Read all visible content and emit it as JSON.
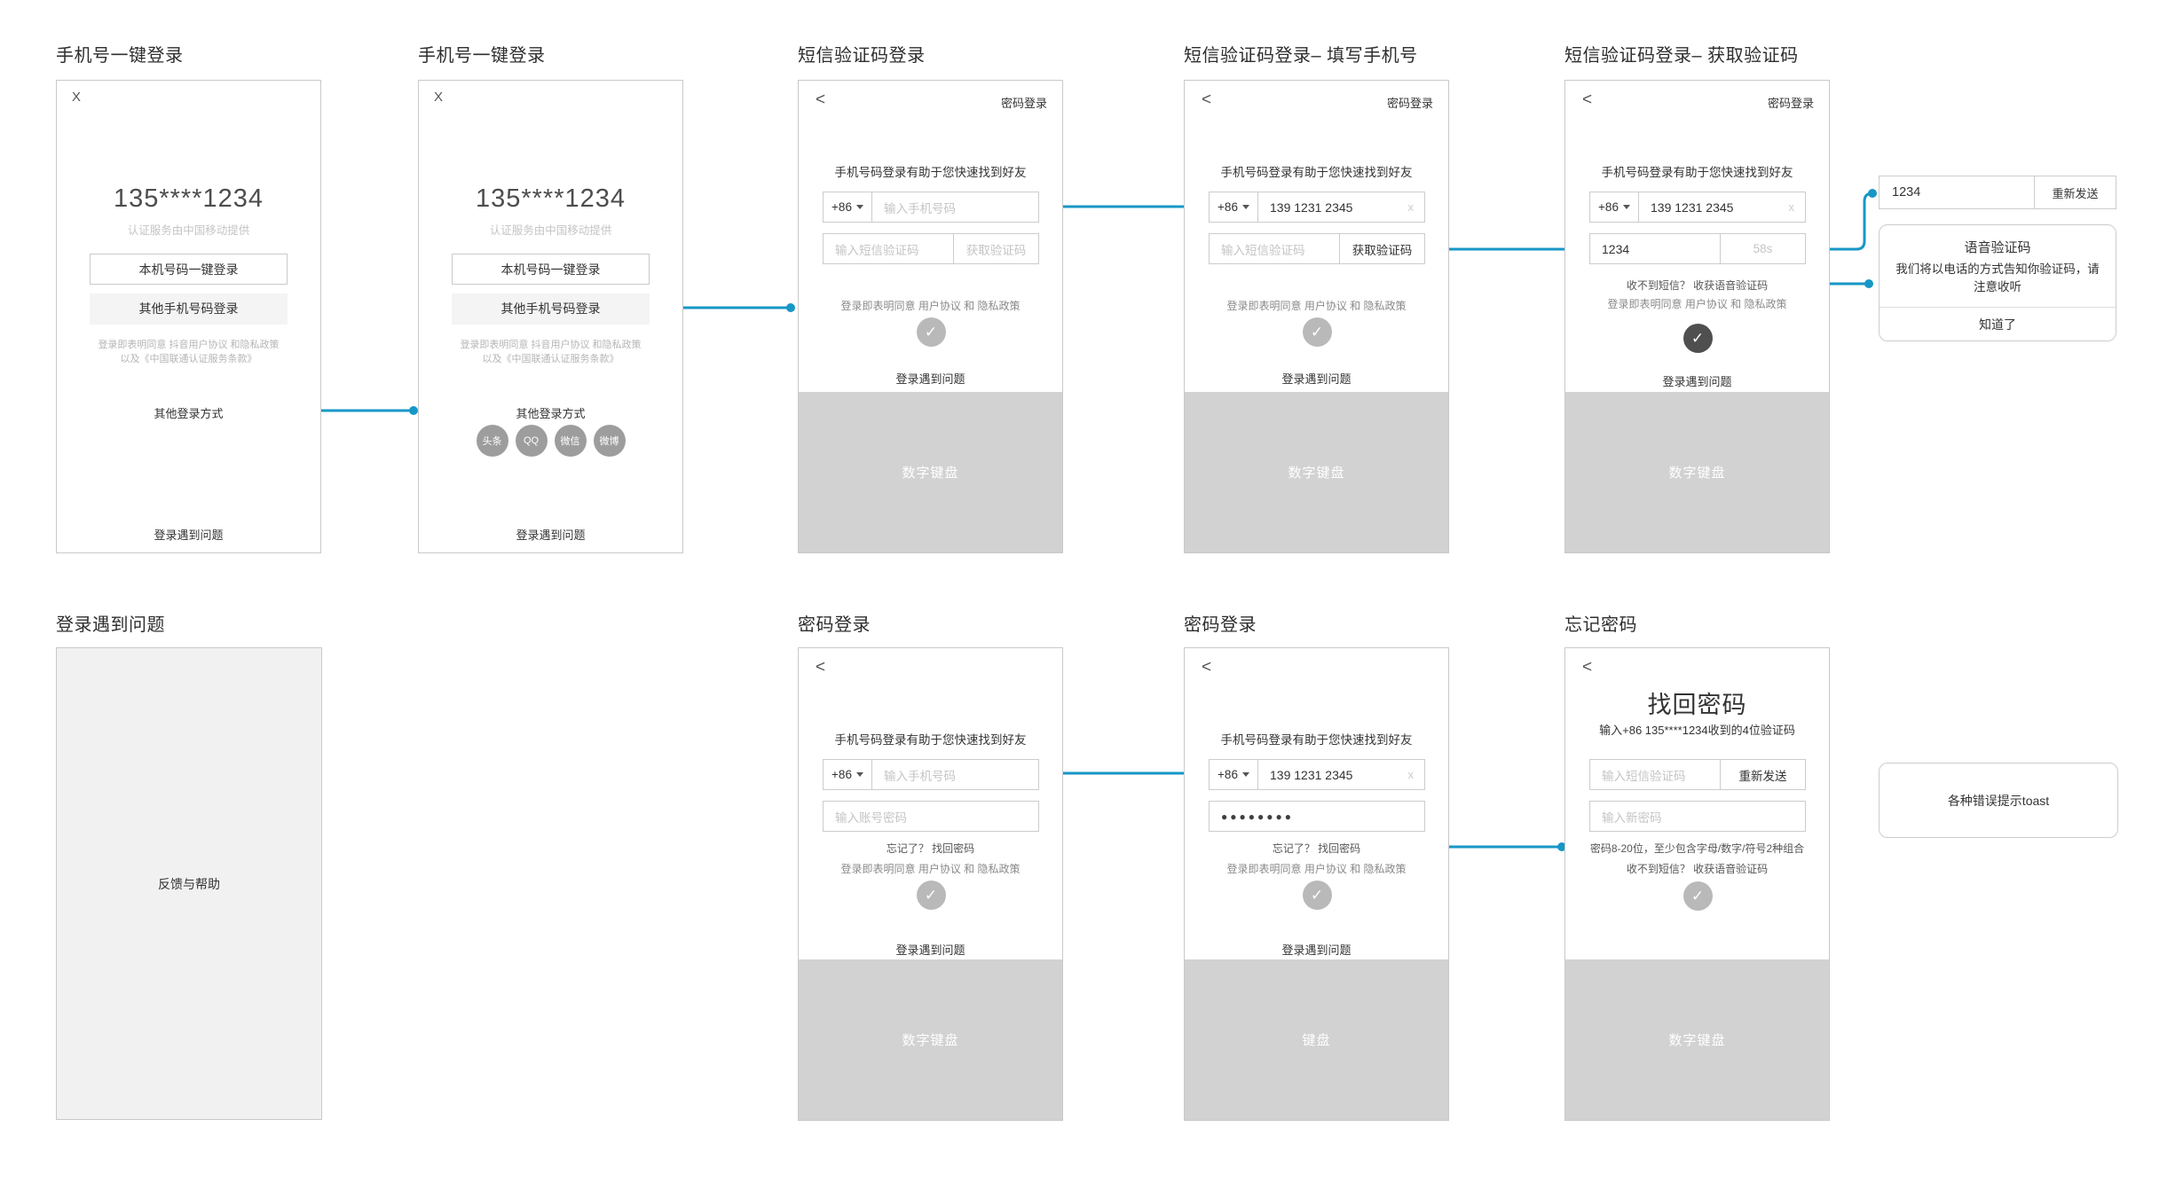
{
  "colors": {
    "accent": "#1797c6",
    "keyboard_bg": "#d2d2d2",
    "card_border": "#c9c9c9"
  },
  "icons": {
    "close": "X",
    "back": "<",
    "clear": "x",
    "check": "✓",
    "password_dots": "●●●●●●●●"
  },
  "titles": {
    "row1_col1": "手机号一键登录",
    "row1_col2": "手机号一键登录",
    "row1_col3": "短信验证码登录",
    "row1_col4": "短信验证码登录– 填写手机号",
    "row1_col5": "短信验证码登录– 获取验证码",
    "row2_col1": "登录遇到问题",
    "row2_col3": "密码登录",
    "row2_col4": "密码登录",
    "row2_col5": "忘记密码"
  },
  "screens": {
    "onekey1": {
      "phone_masked": "135****1234",
      "carrier_note": "认证服务由中国移动提供",
      "primary_button": "本机号码一键登录",
      "secondary_button": "其他手机号码登录",
      "agreement_line1": "登录即表明同意 抖音用户协议 和隐私政策",
      "agreement_line2": "以及《中国联通认证服务条款》",
      "other_methods": "其他登录方式",
      "trouble": "登录遇到问题"
    },
    "onekey2": {
      "phone_masked": "135****1234",
      "carrier_note": "认证服务由中国移动提供",
      "primary_button": "本机号码一键登录",
      "secondary_button": "其他手机号码登录",
      "agreement_line1": "登录即表明同意 抖音用户协议 和隐私政策",
      "agreement_line2": "以及《中国联通认证服务条款》",
      "other_methods": "其他登录方式",
      "social": [
        "头条",
        "QQ",
        "微信",
        "微博"
      ],
      "trouble": "登录遇到问题"
    },
    "sms": {
      "password_login": "密码登录",
      "hint": "手机号码登录有助于您快速找到好友",
      "country_code": "+86",
      "phone_placeholder": "输入手机号码",
      "code_placeholder": "输入短信验证码",
      "get_code": "获取验证码",
      "agreement": "登录即表明同意 用户协议 和 隐私政策",
      "trouble": "登录遇到问题",
      "keyboard": "数字键盘"
    },
    "sms_filled": {
      "password_login": "密码登录",
      "hint": "手机号码登录有助于您快速找到好友",
      "country_code": "+86",
      "phone_value": "139 1231 2345",
      "code_placeholder": "输入短信验证码",
      "get_code": "获取验证码",
      "agreement": "登录即表明同意 用户协议 和 隐私政策",
      "trouble": "登录遇到问题",
      "keyboard": "数字键盘"
    },
    "sms_code": {
      "password_login": "密码登录",
      "hint": "手机号码登录有助于您快速找到好友",
      "country_code": "+86",
      "phone_value": "139 1231 2345",
      "code_value": "1234",
      "countdown": "58s",
      "voice_hint": "收不到短信？ 收获语音验证码",
      "agreement": "登录即表明同意 用户协议 和 隐私政策",
      "trouble": "登录遇到问题",
      "keyboard": "数字键盘"
    },
    "pwd": {
      "hint": "手机号码登录有助于您快速找到好友",
      "country_code": "+86",
      "phone_placeholder": "输入手机号码",
      "password_placeholder": "输入账号密码",
      "forgot": "忘记了？ 找回密码",
      "agreement": "登录即表明同意 用户协议 和 隐私政策",
      "trouble": "登录遇到问题",
      "keyboard": "数字键盘"
    },
    "pwd_filled": {
      "hint": "手机号码登录有助于您快速找到好友",
      "country_code": "+86",
      "phone_value": "139 1231 2345",
      "forgot": "忘记了？ 找回密码",
      "agreement": "登录即表明同意 用户协议 和 隐私政策",
      "trouble": "登录遇到问题",
      "keyboard": "键盘"
    },
    "forgot": {
      "heading": "找回密码",
      "sub": "输入+86 135****1234收到的4位验证码",
      "code_placeholder": "输入短信验证码",
      "resend": "重新发送",
      "new_password_placeholder": "输入新密码",
      "rule": "密码8-20位，至少包含字母/数字/符号2种组合",
      "voice_hint": "收不到短信？ 收获语音验证码",
      "keyboard": "数字键盘"
    }
  },
  "panels": {
    "resend": {
      "code_value": "1234",
      "resend_button": "重新发送"
    },
    "voice_dialog": {
      "title": "语音验证码",
      "body": "我们将以电话的方式告知你验证码，请注意收听",
      "ok": "知道了"
    },
    "feedback": {
      "label": "反馈与帮助"
    },
    "toast": {
      "label": "各种错误提示toast"
    }
  }
}
